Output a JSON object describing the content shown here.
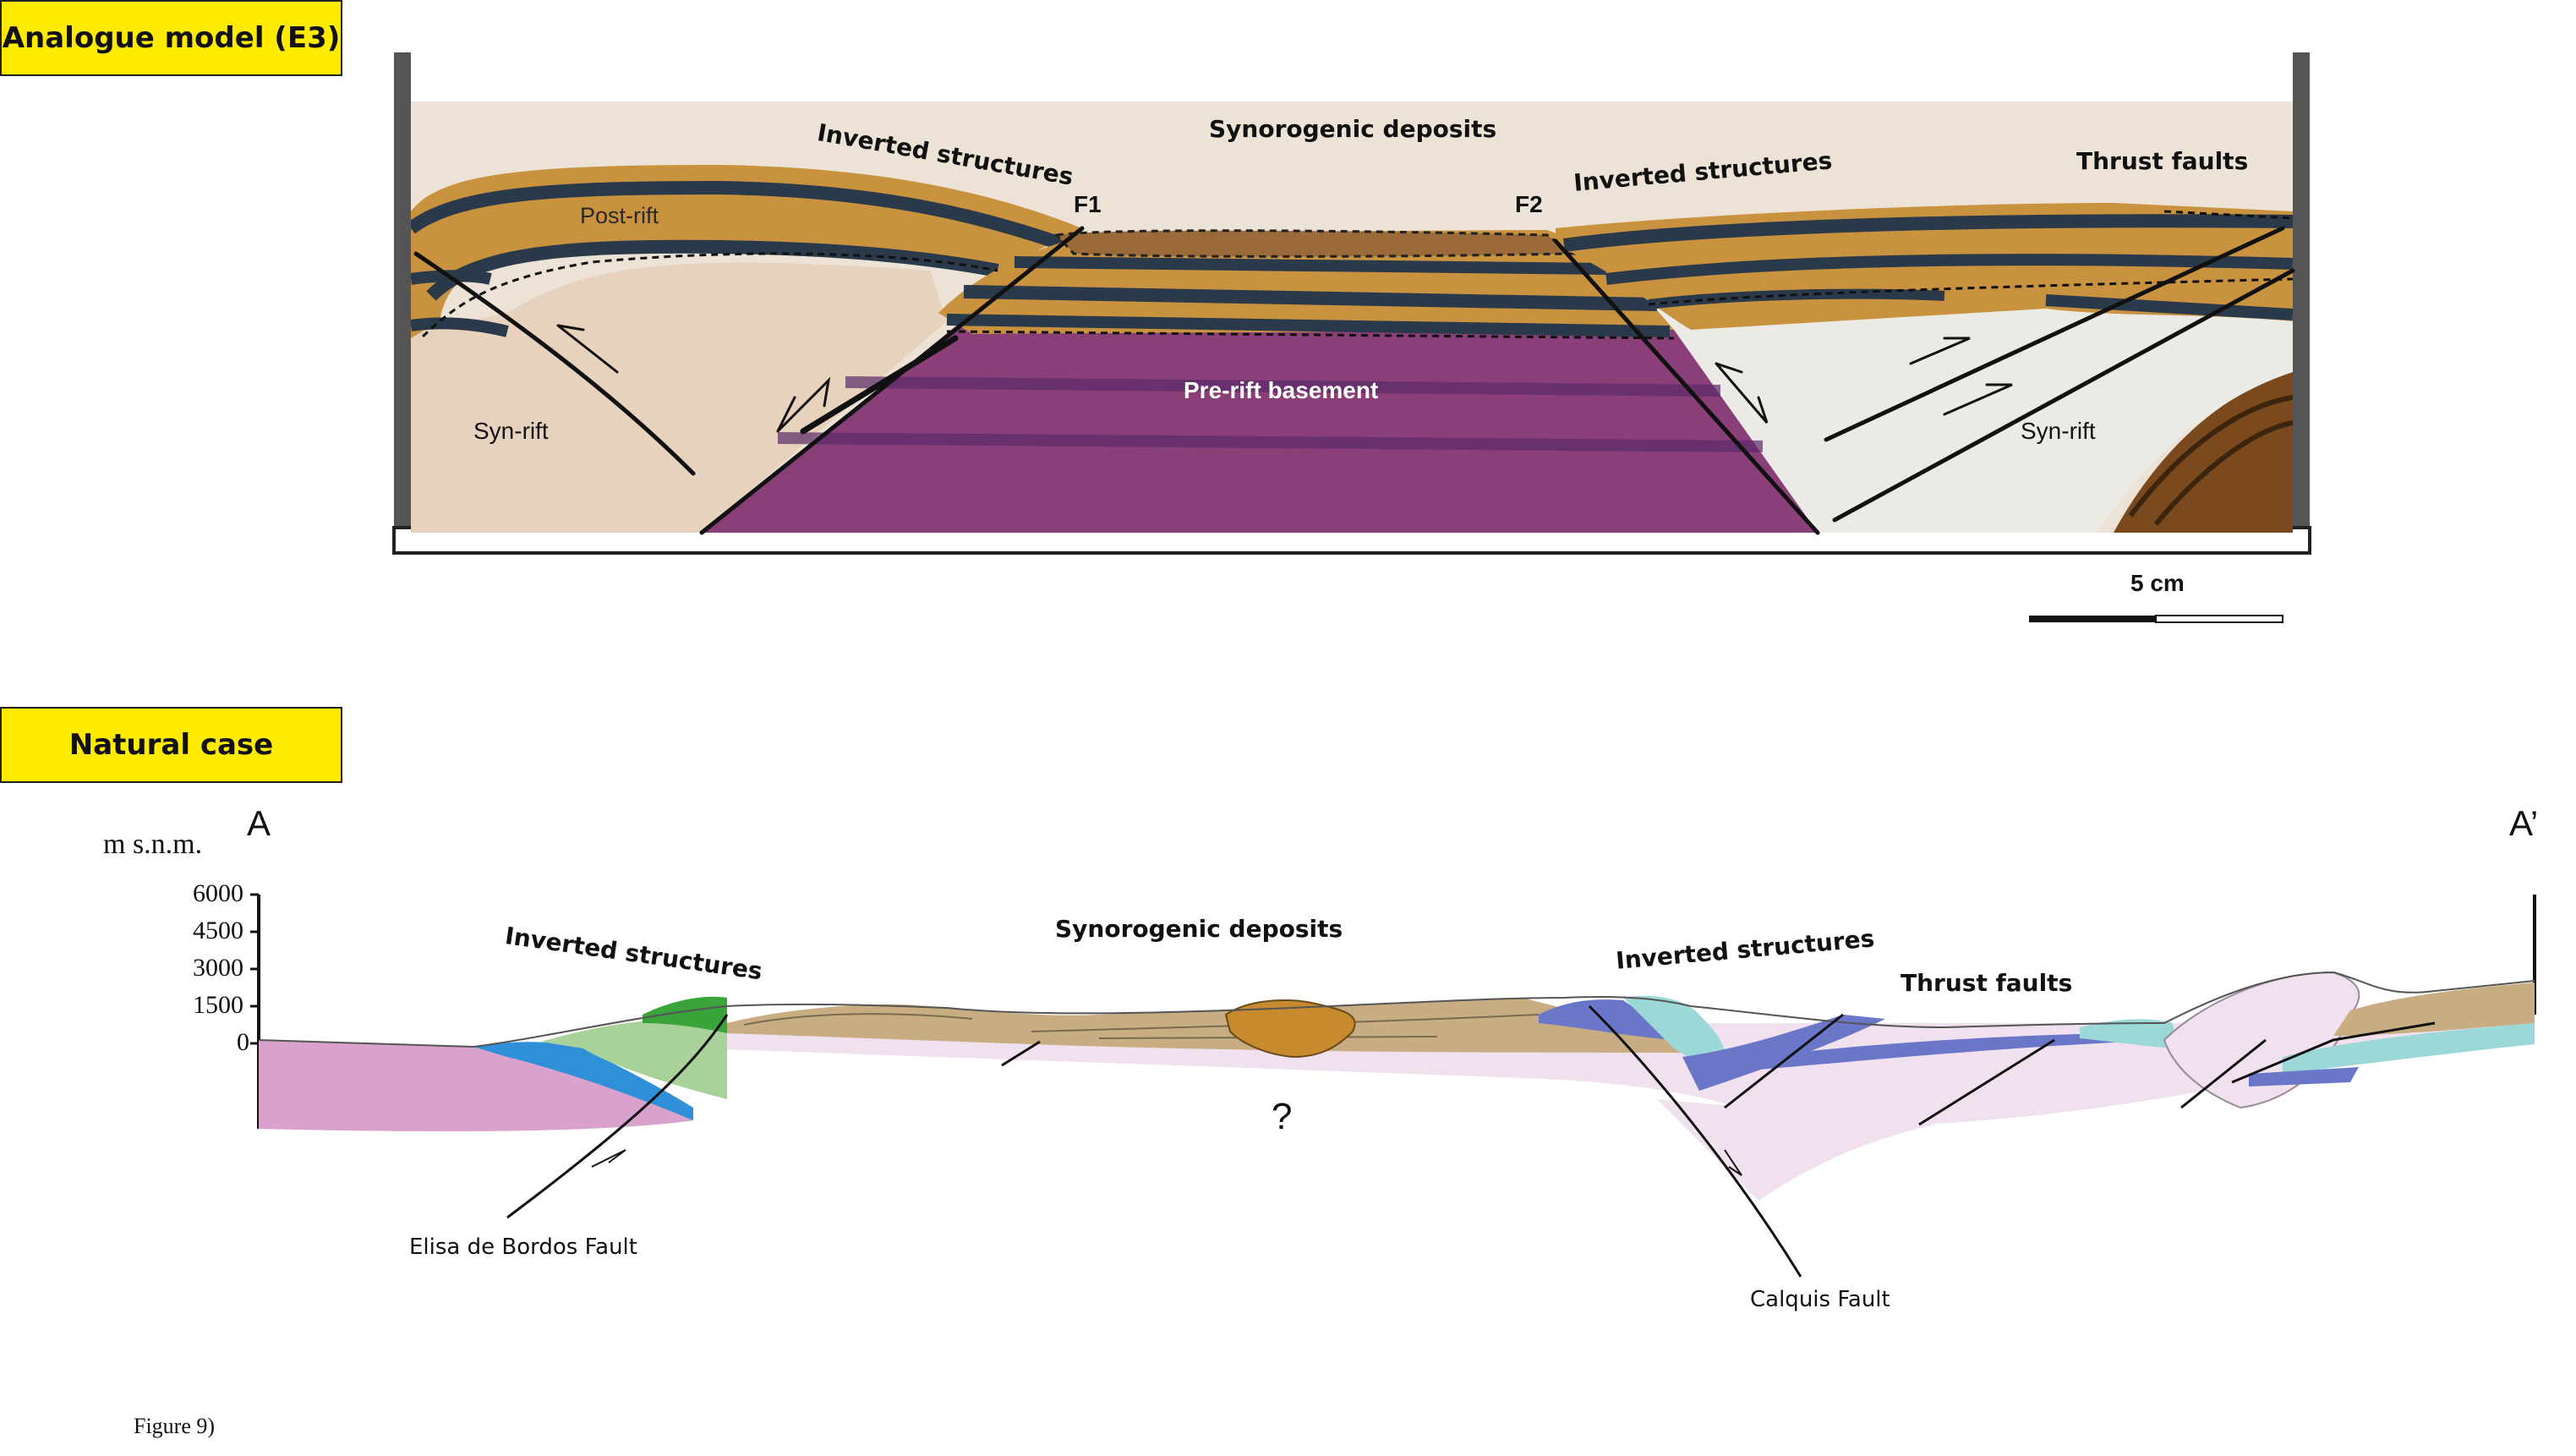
{
  "analogue": {
    "title": "Analogue model (E3)",
    "labels": {
      "inverted_left": "Inverted structures",
      "synorogenic": "Synorogenic deposits",
      "inverted_right": "Inverted structures",
      "thrust": "Thrust faults",
      "post_rift": "Post-rift",
      "f1": "F1",
      "f2": "F2",
      "pre_rift": "Pre-rift basement",
      "syn_rift_left": "Syn-rift",
      "syn_rift_right": "Syn-rift"
    },
    "scale_bar": "5 cm"
  },
  "natural": {
    "title": "Natural case",
    "endpoint_left": "A",
    "endpoint_right": "A’",
    "axis_unit": "m s.n.m.",
    "axis_ticks": [
      "6000",
      "4500",
      "3000",
      "1500",
      "0"
    ],
    "labels": {
      "inverted_left": "Inverted structures",
      "synorogenic": "Synorogenic deposits",
      "inverted_right": "Inverted structures",
      "thrust": "Thrust faults",
      "unknown": "?",
      "fault_left": "Elisa de Bordos Fault",
      "fault_right": "Calquis Fault"
    }
  },
  "figure_caption": "Figure 9)",
  "colors": {
    "label_bg": "#ffeb00",
    "sand": "#c9923f",
    "silicone": "#ece2d6",
    "basement": "#8a3f78",
    "pink": "#d8a2cc",
    "pale_pink": "#f1e1ef",
    "tan": "#c8ad82",
    "green": "#3aa33a",
    "light_green": "#a8d29a",
    "blue": "#2f8fd8",
    "indigo": "#6a76c8",
    "teal": "#9cd8d8"
  }
}
